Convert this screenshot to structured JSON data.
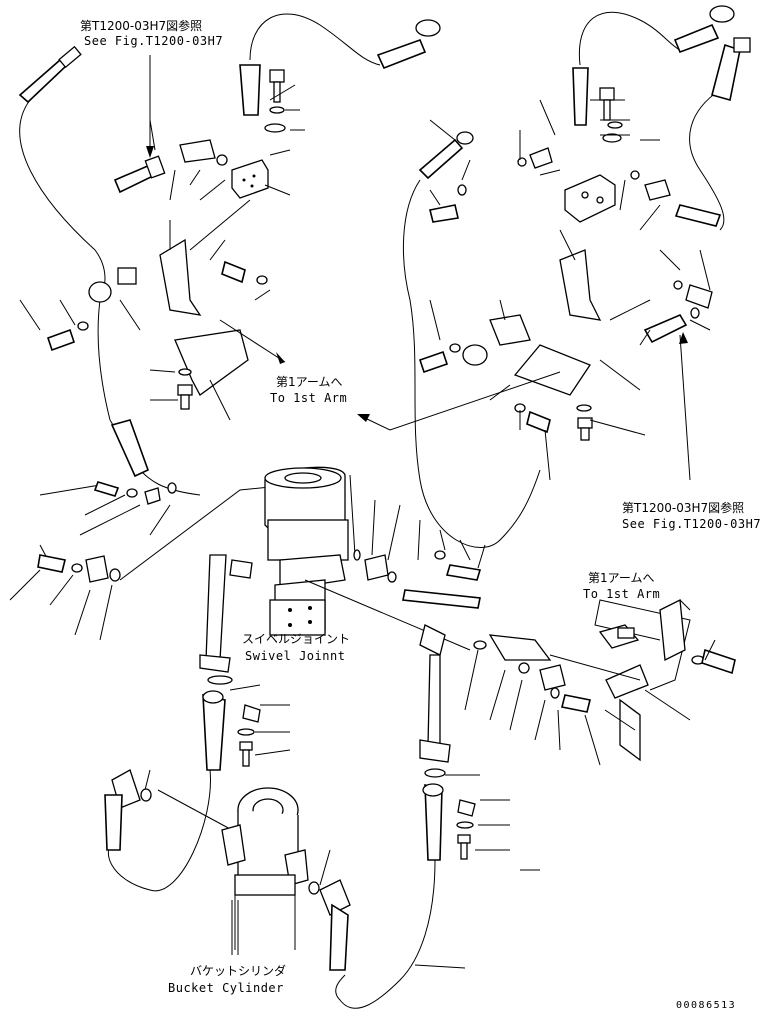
{
  "labels": {
    "ref_top_left_jp": "第T1200-03H7図参照",
    "ref_top_left_en": "See Fig.T1200-03H7",
    "ref_right_jp": "第T1200-03H7図参照",
    "ref_right_en": "See Fig.T1200-03H7",
    "to_arm_left_jp": "第1アームへ",
    "to_arm_left_en": "To 1st Arm",
    "to_arm_right_jp": "第1アームへ",
    "to_arm_right_en": "To 1st Arm",
    "swivel_jp": "スイベルジョイント",
    "swivel_en": "Swivel Joinnt",
    "bucket_jp": "バケットシリンダ",
    "bucket_en": "Bucket Cylinder",
    "drawing_code": "00086513"
  }
}
